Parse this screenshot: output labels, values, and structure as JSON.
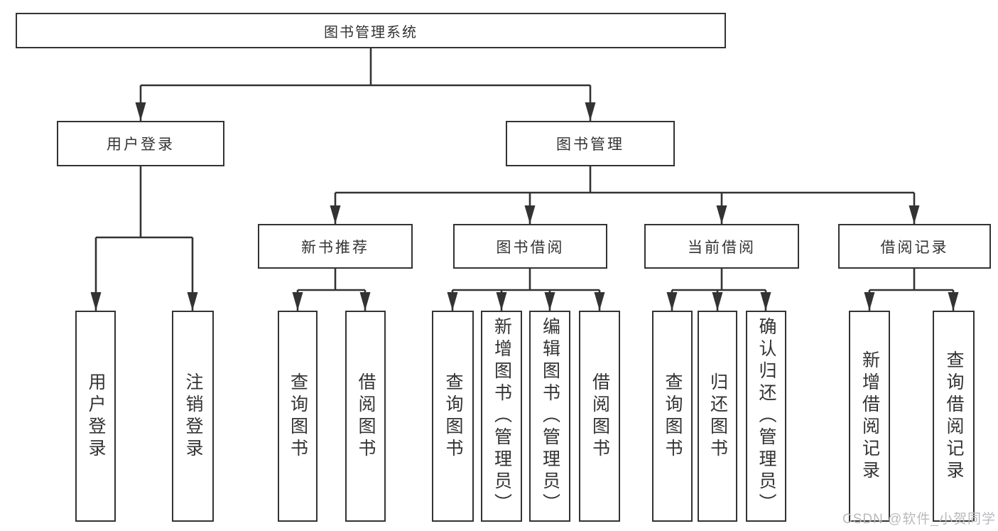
{
  "chart": {
    "root_label": "图书管理系统",
    "branches": [
      {
        "label": "用户登录",
        "leaves": [
          "用户登录",
          "注销登录"
        ]
      },
      {
        "label": "图书管理",
        "groups": [
          {
            "label": "新书推荐",
            "leaves": [
              "查询图书",
              "借阅图书"
            ]
          },
          {
            "label": "图书借阅",
            "leaves": [
              "查询图书",
              "新增图书（管理员）",
              "编辑图书（管理员）",
              "借阅图书"
            ]
          },
          {
            "label": "当前借阅",
            "leaves": [
              "查询图书",
              "归还图书",
              "确认归还（管理员）"
            ]
          },
          {
            "label": "借阅记录",
            "leaves": [
              "新增借阅记录",
              "查询借阅记录"
            ]
          }
        ]
      }
    ]
  },
  "watermark": {
    "text": "CSDN @软件_小贺同学"
  },
  "colors": {
    "line": "#333333",
    "text": "#333333",
    "watermark": "#b9babd",
    "background": "#ffffff"
  }
}
